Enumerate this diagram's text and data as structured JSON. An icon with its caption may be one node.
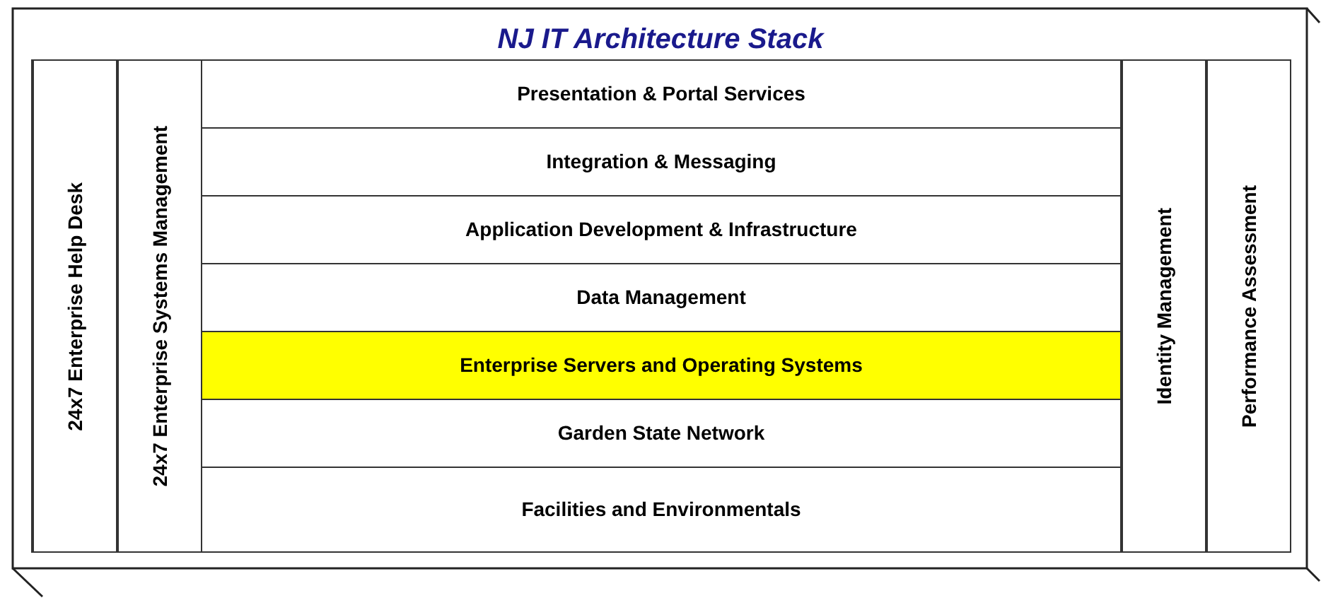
{
  "diagram": {
    "title": "NJ IT Architecture Stack",
    "nodes": [
      {
        "text": [
          "24x7 Enterprise Help Desk"
        ]
      },
      {
        "text": [
          "24x7 Enterprise Systems Management"
        ]
      },
      {
        "text": [
          "Presentation & Portal Services"
        ]
      },
      {
        "text": [
          "Integration & Messaging"
        ]
      },
      {
        "text": [
          "Application Development & Infrastructure"
        ]
      },
      {
        "text": [
          "Data Management"
        ]
      },
      {
        "text": [
          "Enterprise Servers and Operating Systems"
        ]
      },
      {
        "text": [
          "Garden State Network"
        ]
      },
      {
        "text": [
          "Facilities and Environmentals"
        ]
      },
      {
        "text": [
          "Identity Management"
        ]
      },
      {
        "text": [
          "Performance Assessment"
        ]
      }
    ]
  }
}
